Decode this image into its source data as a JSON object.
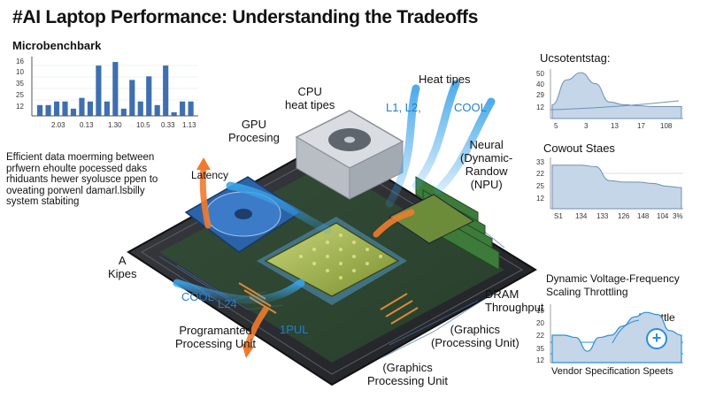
{
  "title": "#AI Laptop Performance: Understanding the Tradeoffs",
  "panels": {
    "microbench": {
      "title": "Microbenchbark",
      "y_ticks": [
        "16",
        "10",
        "35",
        "25",
        "12"
      ],
      "x_ticks": [
        "2.03",
        "0.13",
        "1.30",
        "10.5",
        "0.33",
        "1.13"
      ]
    },
    "thermal": {
      "title": "Ucsotentstag:",
      "y_ticks": [
        "50",
        "40",
        "29",
        "12"
      ],
      "x_ticks": [
        "5",
        "3",
        "13",
        "17",
        "108"
      ]
    },
    "power": {
      "title": "Cowout Staes",
      "y_ticks": [
        "33",
        "22",
        "25",
        "12"
      ],
      "x_ticks": [
        "S1",
        "134",
        "133",
        "126",
        "148",
        "104",
        "3%"
      ]
    },
    "dvfs": {
      "title": "Dynamic Voltage-Frequency",
      "subtitle": "Scaling Throttling",
      "throttle_label": "Throttle",
      "badge_symbol": "+",
      "footer": "Vendor Specification Speets",
      "y_ticks": [
        "10",
        "20",
        "22",
        "35",
        "12"
      ]
    }
  },
  "labels": {
    "cpu": [
      "CPU",
      "heat tipes"
    ],
    "gpu": [
      "GPU",
      "Procesing"
    ],
    "heat_tipes": "Heat tipes",
    "cache": "L1, L2,",
    "cool_top": "COOL",
    "neural": [
      "Neural",
      "(Dynamic-",
      "Randow",
      "(NPU)"
    ],
    "latency": "Latency",
    "a_kipes": [
      "A",
      "Kipes"
    ],
    "cool_left": "COOL",
    "l24": "L24",
    "ipul": "1PUL",
    "programmed": [
      "Programanted",
      "Processing Unit"
    ],
    "dram": [
      "DRAM",
      "Throughput"
    ],
    "graphics_right": [
      "(Graphics",
      "(Processing Unit)"
    ],
    "graphics_bottom": [
      "(Graphics",
      "Processing Unit"
    ]
  },
  "description": [
    "Efficient data moerming between",
    "prfwern ehoulte pocessed daks",
    "rhiduants hewer syolusce ppen to",
    "oveating porwenl damarl.lsbilly",
    "system stabiting"
  ],
  "colors": {
    "cool": "#3aa3e8",
    "heat": "#ef7a2f",
    "chart_fill": "#c5d6e8",
    "bar": "#3e6fb0"
  },
  "chart_data": [
    {
      "type": "bar",
      "title": "Microbenchbark",
      "categories": [
        "2.03",
        "0.13",
        "1.30",
        "10.5",
        "0.33",
        "1.13"
      ],
      "values": [
        3,
        3,
        4,
        4,
        2,
        5,
        4,
        14,
        4,
        15,
        2,
        10,
        4,
        11,
        3,
        14,
        1,
        4,
        4
      ]
    },
    {
      "type": "area",
      "title": "Ucsotentstag:",
      "x": [
        "5",
        "3",
        "13",
        "17",
        "108"
      ],
      "values": [
        15,
        42,
        50,
        38,
        18,
        15,
        14,
        13,
        13,
        13
      ]
    },
    {
      "type": "area",
      "title": "Cowout Staes",
      "x": [
        "S1",
        "134",
        "133",
        "126",
        "148",
        "104",
        "3%"
      ],
      "values": [
        31,
        31,
        31,
        30,
        20,
        19,
        19,
        18,
        16,
        15
      ]
    },
    {
      "type": "area",
      "title": "Dynamic Voltage-Frequency Scaling Throttling",
      "values": [
        12,
        12,
        11,
        5,
        11,
        12,
        16,
        20,
        22,
        21,
        14,
        12
      ]
    }
  ]
}
